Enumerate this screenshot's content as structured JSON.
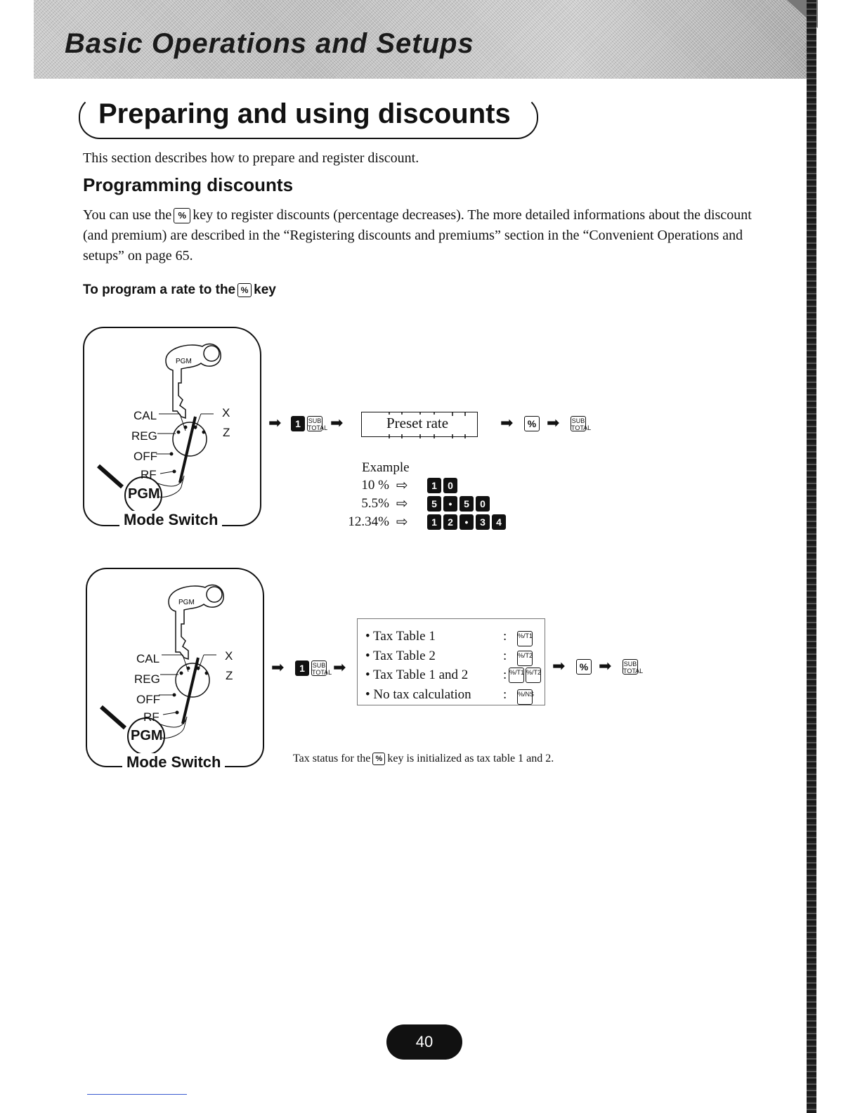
{
  "header": {
    "title": "Basic Operations and Setups"
  },
  "section": {
    "title": "Preparing and using discounts",
    "intro": "This section describes how to prepare and register discount.",
    "subheading": "Programming discounts",
    "desc_part1": "You can use the",
    "desc_part2": "key to register discounts (percentage decreases). The more detailed informations about the discount (and premium) are described in the “Registering discounts and premiums” section in the “Convenient Operations and setups” on page 65.",
    "step_title_part1": "To program a rate to the",
    "step_title_part2": "key"
  },
  "keys": {
    "percent": "%",
    "subtotal": "SUB TOTAL",
    "one": "1",
    "tax1": "%/T1",
    "tax2": "%/T2",
    "notax": "%/NS"
  },
  "mode_switch": {
    "label": "Mode Switch",
    "key_tag": "PGM",
    "pgm_badge": "PGM",
    "positions": {
      "cal": "CAL",
      "reg": "REG",
      "off": "OFF",
      "rf": "RF",
      "x": "X",
      "z": "Z"
    }
  },
  "procedure1": {
    "preset_label": "Preset rate",
    "example_title": "Example",
    "examples": [
      {
        "rate": "10 %",
        "keys": [
          "1",
          "0"
        ]
      },
      {
        "rate": "5.5%",
        "keys": [
          "5",
          "•",
          "5",
          "0"
        ]
      },
      {
        "rate": "12.34%",
        "keys": [
          "1",
          "2",
          "•",
          "3",
          "4"
        ]
      }
    ]
  },
  "procedure2": {
    "tax_options": [
      {
        "label": "• Tax Table 1"
      },
      {
        "label": "• Tax Table  2"
      },
      {
        "label": "• Tax Table 1 and 2"
      },
      {
        "label": "• No tax calculation"
      }
    ],
    "footnote_part1": "Tax status for the",
    "footnote_part2": "key is initialized as tax table 1 and 2."
  },
  "page_number": "40"
}
